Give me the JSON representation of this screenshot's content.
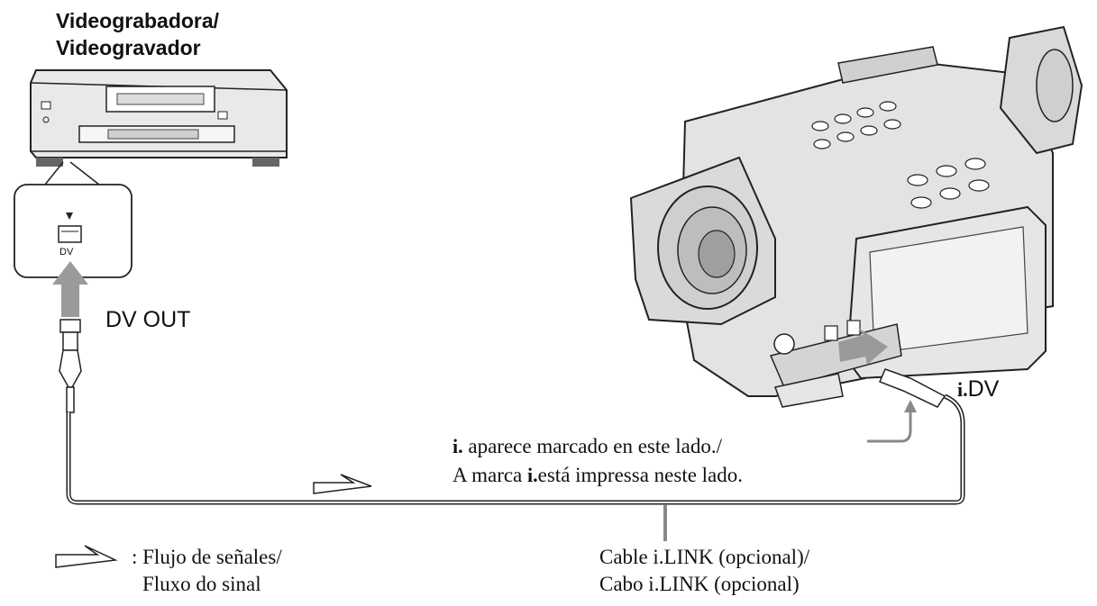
{
  "vcr": {
    "title_line1": "Videograbadora/",
    "title_line2": "Videogravador",
    "port_label": "DV"
  },
  "connector": {
    "dv_out_label": "DV OUT",
    "camcorder_port_label": "DV",
    "ilink_symbol": "i."
  },
  "notes": {
    "mark_line1": "aparece marcado en este lado./",
    "mark_line2_prefix": "A marca",
    "mark_line2_suffix": "está impressa neste lado.",
    "cable_line1": "Cable i.LINK (opcional)/",
    "cable_line2": "Cabo i.LINK (opcional)"
  },
  "legend": {
    "signal_line1": ": Flujo de señales/",
    "signal_line2": "Fluxo do sinal"
  },
  "colors": {
    "line": "#222222",
    "device_fill": "#e6e6e6",
    "arrow_fill": "#9a9a9a"
  }
}
